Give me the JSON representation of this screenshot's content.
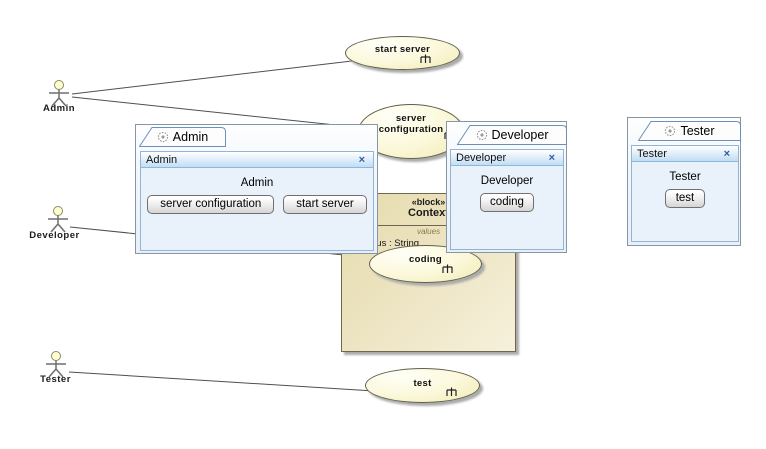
{
  "diagram": {
    "actors": [
      {
        "label": "Admin"
      },
      {
        "label": "Developer"
      },
      {
        "label": "Tester"
      }
    ],
    "use_cases": [
      {
        "label": "start server",
        "icon": "rake-icon"
      },
      {
        "line1": "server",
        "line2": "configuration",
        "icon": "rake-icon"
      },
      {
        "label": "coding",
        "icon": "rake-icon"
      },
      {
        "label": "test",
        "icon": "rake-icon"
      }
    ],
    "block": {
      "stereotype": "«block»",
      "name": "Context",
      "values_label": "values",
      "attribute": "status : String"
    }
  },
  "panels": [
    {
      "tab": "Admin",
      "title": "Admin",
      "close_label": "×",
      "body_label": "Admin",
      "buttons": [
        "server configuration",
        "start server"
      ]
    },
    {
      "tab": "Developer",
      "title": "Developer",
      "close_label": "×",
      "body_label": "Developer",
      "buttons": [
        "coding"
      ]
    },
    {
      "tab": "Tester",
      "title": "Tester",
      "close_label": "×",
      "body_label": "Tester",
      "buttons": [
        "test"
      ]
    }
  ],
  "icons": {
    "tab_icon": "dotted-circle-icon",
    "use_case_icon": "rake-icon",
    "close_icon": "×"
  },
  "colors": {
    "usecase_fill": "#f8f4cc",
    "usecase_border": "#60604a",
    "block_fill": "#ebe2bc",
    "block_border": "#6e6850",
    "panel_body": "#e9f1fb",
    "titlebar_gradient_end": "#c2ddf4",
    "close_x": "#2e5e9e",
    "tab_border": "#6b91b8",
    "shadow": "#ababab",
    "line": "#4f4f4f"
  }
}
